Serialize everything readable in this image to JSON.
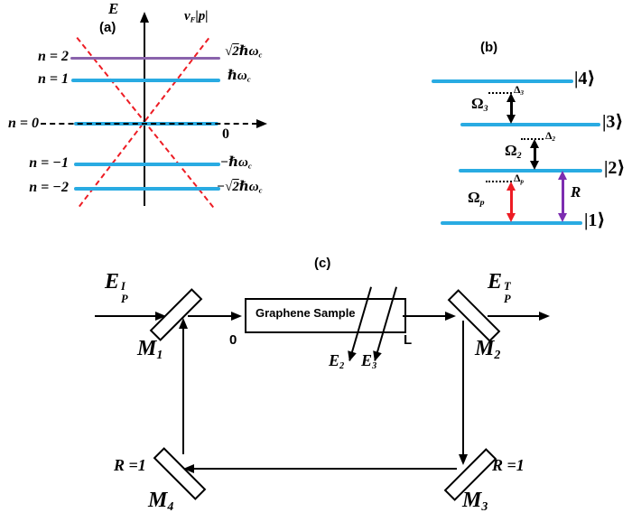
{
  "colors": {
    "cyan": "#29abe2",
    "purple_line": "#8a63ac",
    "red": "#ed1c24",
    "purple_arrow": "#7d2db0",
    "ink": "#000000"
  },
  "panel_a": {
    "tag": "(a)",
    "axis_label": "E",
    "dispersion": {
      "base": "v",
      "sub": "F",
      "rest": "|p|"
    },
    "axis_zero": "0",
    "levels": [
      {
        "name": "n = 2",
        "prefix": "",
        "radical": "√",
        "radicand": "2",
        "rest": "ℏω",
        "sub": "c"
      },
      {
        "name": "n = 1",
        "prefix": "",
        "radical": "",
        "radicand": "",
        "rest": "ℏω",
        "sub": "c"
      },
      {
        "name": "n = 0"
      },
      {
        "name": "n = −1",
        "prefix": "−",
        "radical": "",
        "radicand": "",
        "rest": "ℏω",
        "sub": "c"
      },
      {
        "name": "n = −2",
        "prefix": "−",
        "radical": "√",
        "radicand": "2",
        "rest": "ℏω",
        "sub": "c"
      }
    ]
  },
  "panel_b": {
    "tag": "(b)",
    "kets": [
      "|4⟩",
      "|3⟩",
      "|2⟩",
      "|1⟩"
    ],
    "couplings": [
      {
        "omega": "Ω",
        "omega_sub": "3",
        "delta": "Δ",
        "delta_sub": "3"
      },
      {
        "omega": "Ω",
        "omega_sub": "2",
        "delta": "Δ",
        "delta_sub": "2"
      },
      {
        "omega": "Ω",
        "omega_sub": "p",
        "delta": "Δ",
        "delta_sub": "p"
      }
    ],
    "ring": "R"
  },
  "panel_c": {
    "tag": "(c)",
    "input": {
      "base": "E",
      "sup": "I",
      "sub": "P"
    },
    "output": {
      "base": "E",
      "sup": "T",
      "sub": "P"
    },
    "sample": "Graphene Sample",
    "pos_left": "0",
    "pos_right": "L",
    "beams": [
      {
        "base": "E",
        "sub": "2"
      },
      {
        "base": "E",
        "sub": "3"
      }
    ],
    "mirrors": [
      {
        "base": "M",
        "sub": "1"
      },
      {
        "base": "M",
        "sub": "2"
      },
      {
        "base": "M",
        "sub": "3",
        "refl": "R =1"
      },
      {
        "base": "M",
        "sub": "4",
        "refl": "R =1"
      }
    ]
  }
}
